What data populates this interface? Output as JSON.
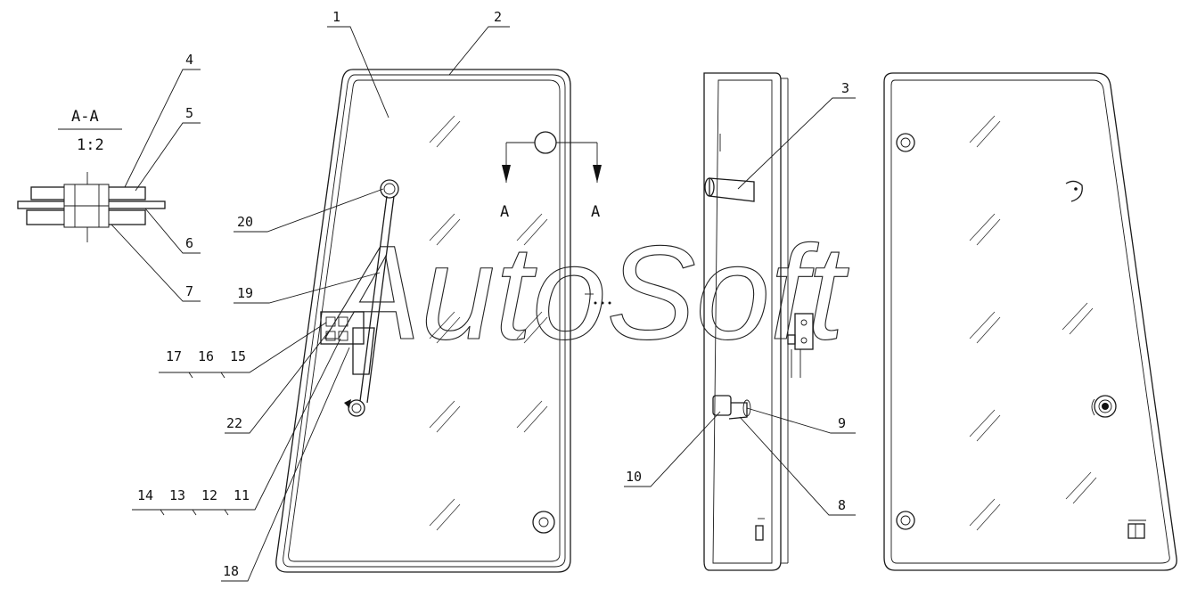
{
  "callouts": {
    "c1": "1",
    "c2": "2",
    "c3": "3",
    "c4": "4",
    "c5": "5",
    "c6": "6",
    "c7": "7",
    "c8": "8",
    "c9": "9",
    "c10": "10",
    "c11": "11",
    "c12": "12",
    "c13": "13",
    "c14": "14",
    "c15": "15",
    "c16": "16",
    "c17": "17",
    "c18": "18",
    "c19": "19",
    "c20": "20",
    "c22": "22"
  },
  "section": {
    "title": "A-A",
    "scale": "1:2",
    "marker_left": "A",
    "marker_right": "A"
  },
  "watermark": "AutoSoft"
}
